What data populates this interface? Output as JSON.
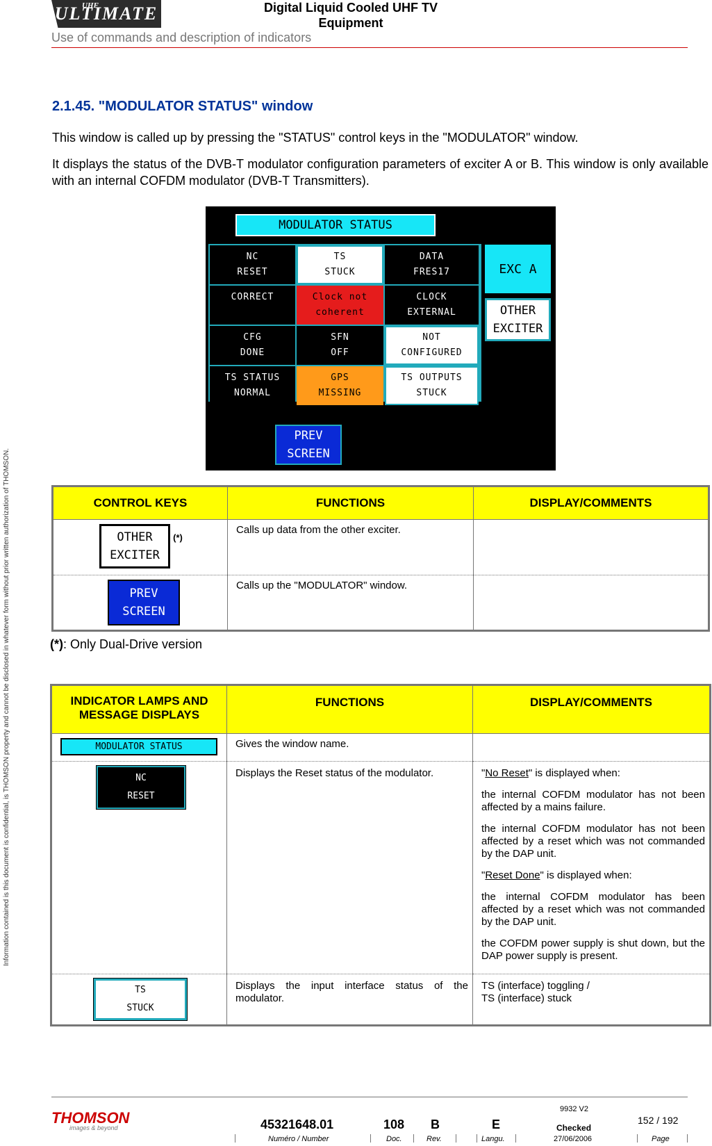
{
  "header": {
    "logo_small": "UHF",
    "logo": "ULTIMATE",
    "title": "Digital Liquid Cooled UHF TV Equipment",
    "subtitle": "Use of commands and description of indicators"
  },
  "sidebar_note": "Information contained is this document is confidential, is THOMSON property and cannot be disclosed in whatever form without prior written authorization of THOMSON.",
  "section": {
    "heading": "2.1.45.   \"MODULATOR STATUS\" window",
    "para1": "This window is called up by pressing the \"STATUS\" control keys in the \"MODULATOR\" window.",
    "para2": "It displays the status of the DVB-T modulator configuration parameters of exciter A or B. This window is only available with an internal COFDM modulator (DVB-T Transmitters)."
  },
  "screen": {
    "title": "MODULATOR STATUS",
    "cells": [
      [
        "NC",
        "RESET"
      ],
      [
        "TS",
        "STUCK"
      ],
      [
        "DATA",
        "FRES17"
      ],
      [
        "CORRECT",
        ""
      ],
      [
        "Clock not",
        "coherent"
      ],
      [
        "CLOCK",
        "EXTERNAL"
      ],
      [
        "CFG",
        "DONE"
      ],
      [
        "SFN",
        "OFF"
      ],
      [
        "NOT",
        "CONFIGURED"
      ],
      [
        "TS STATUS",
        "NORMAL"
      ],
      [
        "GPS",
        "MISSING"
      ],
      [
        "TS OUTPUTS",
        "STUCK"
      ]
    ],
    "exc": "EXC A",
    "other1": "OTHER",
    "other2": "EXCITER",
    "prev1": "PREV",
    "prev2": "SCREEN"
  },
  "table1": {
    "h1": "CONTROL KEYS",
    "h2": "FUNCTIONS",
    "h3": "DISPLAY/COMMENTS",
    "r1_key1": "OTHER",
    "r1_key2": "EXCITER",
    "r1_mark": "(*)",
    "r1_fn": "Calls up data from the other exciter.",
    "r2_key1": "PREV",
    "r2_key2": "SCREEN",
    "r2_fn": "Calls up the \"MODULATOR\" window."
  },
  "note": {
    "mark": "(*)",
    "text": ": Only Dual-Drive version"
  },
  "table2": {
    "h1": "INDICATOR LAMPS AND MESSAGE DISPLAYS",
    "h2": "FUNCTIONS",
    "h3": "DISPLAY/COMMENTS",
    "r1_ind": "MODULATOR STATUS",
    "r1_fn": "Gives the window name.",
    "r2_ind1": "NC",
    "r2_ind2": "RESET",
    "r2_fn": "Displays the Reset status of the modulator.",
    "r2_c1a": "No Reset",
    "r2_c1b": "\" is displayed when:",
    "r2_c2": "the internal COFDM modulator has not been affected by a mains failure.",
    "r2_c3": "the internal COFDM modulator has not been affected by a reset which was not commanded by the DAP unit.",
    "r2_c4a": "Reset Done",
    "r2_c4b": "\" is displayed when:",
    "r2_c5": "the internal COFDM modulator has been affected by a reset which was not commanded by the DAP unit.",
    "r2_c6": "the COFDM power supply is shut down, but the DAP power supply is present.",
    "r3_ind1": "TS",
    "r3_ind2": "STUCK",
    "r3_fn": "Displays the input interface status of the modulator.",
    "r3_c1": "TS (interface) toggling /",
    "r3_c2": "TS (interface) stuck"
  },
  "footer": {
    "brand": "THOMSON",
    "brand_sub": "images & beyond",
    "number": "45321648.01",
    "doc": "108",
    "rev": "B",
    "lang": "E",
    "ver": "9932 V2",
    "checked": "Checked",
    "date": "27/06/2006",
    "page": "152 / 192",
    "l_number": "Numéro / Number",
    "l_doc": "Doc.",
    "l_rev": "Rev.",
    "l_lang": "Langu.",
    "l_page": "Page"
  }
}
